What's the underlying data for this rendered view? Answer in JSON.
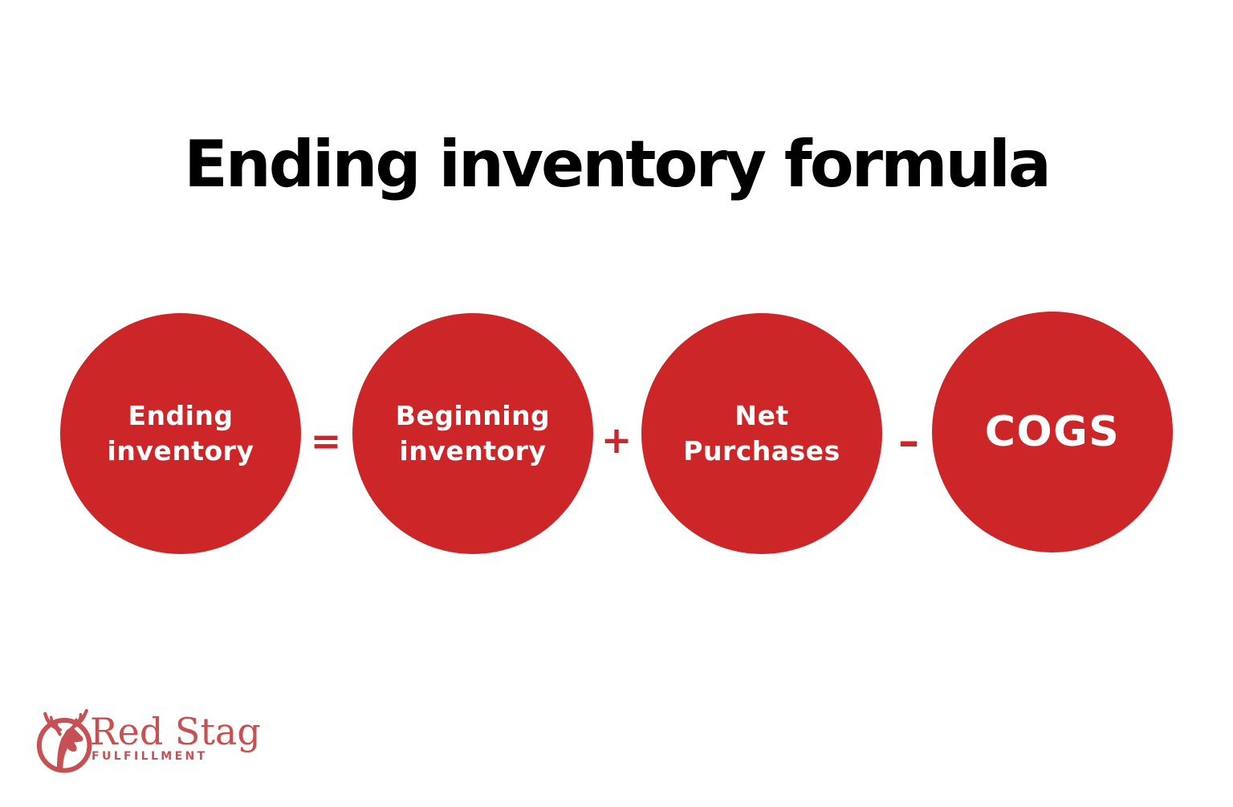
{
  "title": "Ending inventory formula",
  "formula": {
    "terms": [
      {
        "name": "ending-inventory",
        "lines": [
          "Ending",
          "inventory"
        ]
      },
      {
        "name": "beginning-inventory",
        "lines": [
          "Beginning",
          "inventory"
        ]
      },
      {
        "name": "net-purchases",
        "lines": [
          "Net",
          "Purchases"
        ]
      },
      {
        "name": "cogs",
        "lines": [
          "COGS"
        ]
      }
    ],
    "operators": {
      "equals": "=",
      "plus": "+",
      "minus": "–"
    }
  },
  "logo": {
    "name": "Red Stag",
    "subtitle": "FULFILLMENT",
    "icon": "stag-head-icon"
  },
  "colors": {
    "circle_red": "#CC2628",
    "logo_red": "#C75052",
    "title_black": "#000000",
    "circle_text": "#FFFFFF",
    "bg": "#FFFFFF"
  }
}
